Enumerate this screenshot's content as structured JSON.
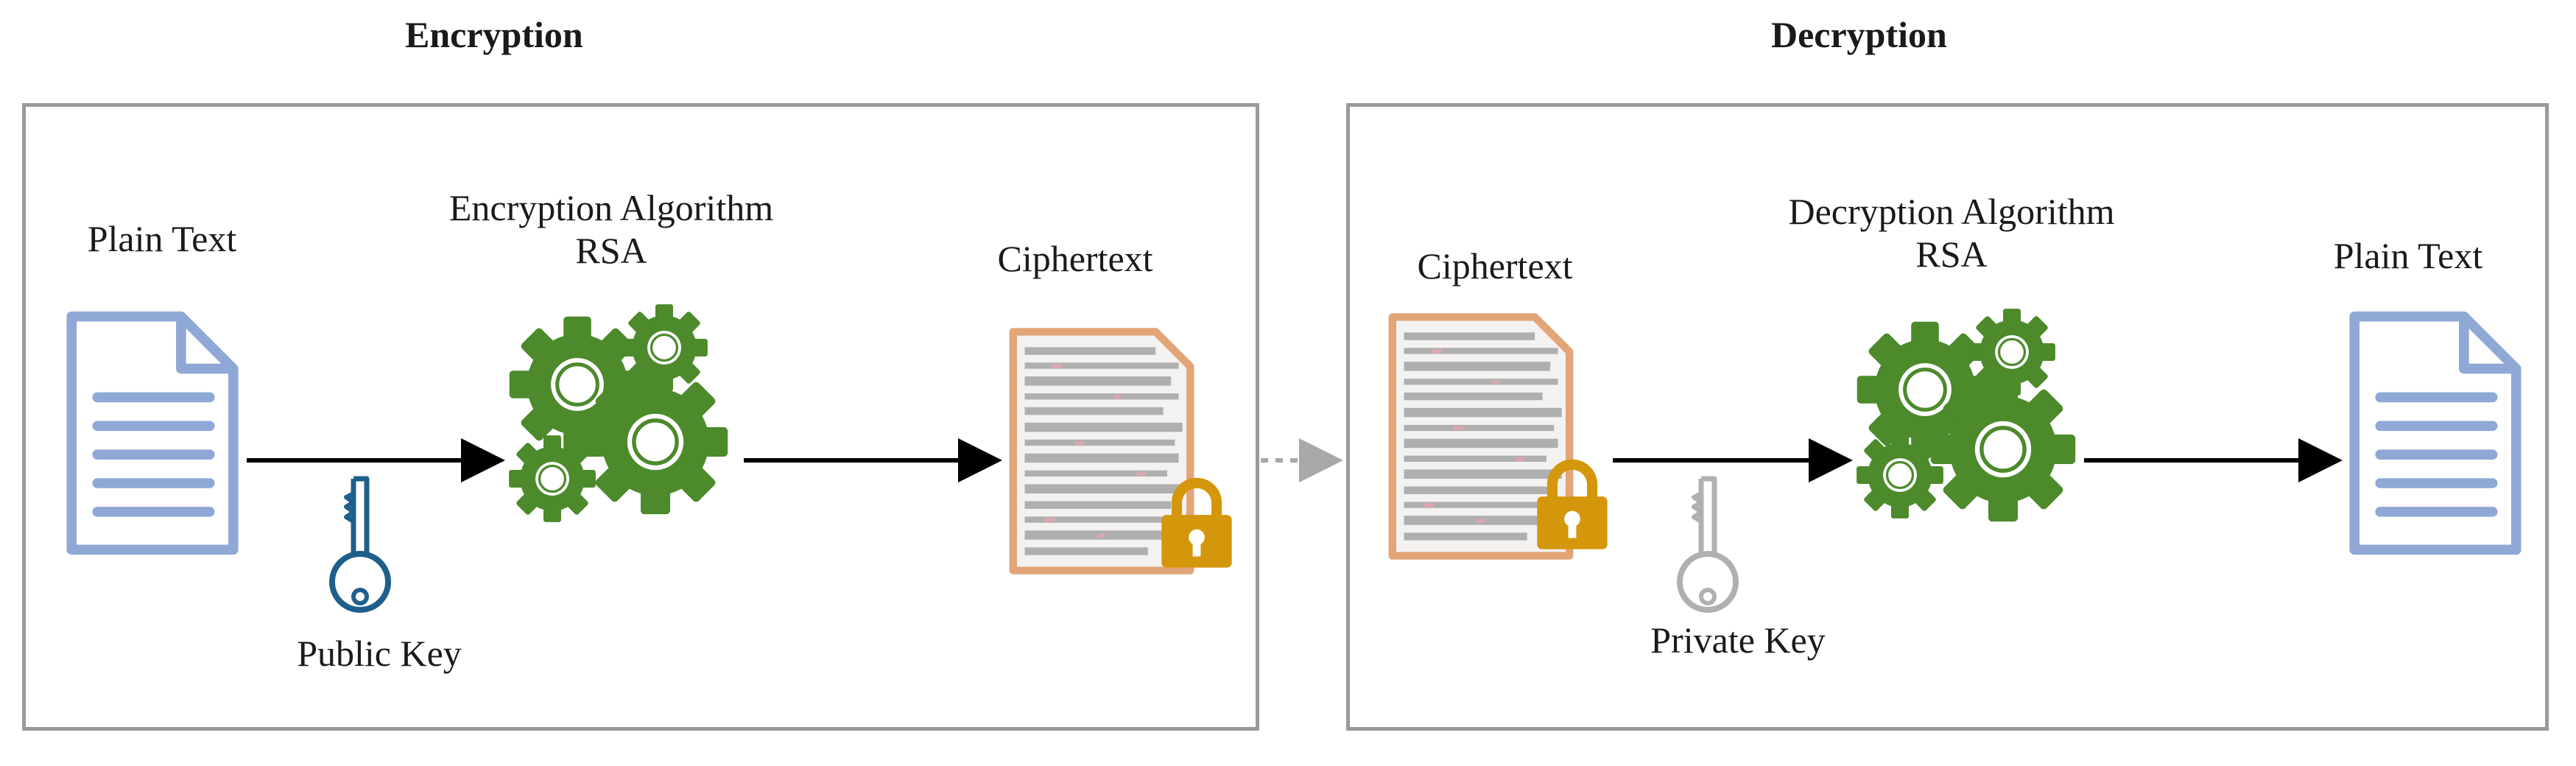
{
  "encryption": {
    "title": "Encryption",
    "plain_text_label": "Plain Text",
    "algorithm_label_line1": "Encryption Algorithm",
    "algorithm_label_line2": "RSA",
    "ciphertext_label": "Ciphertext",
    "key_label": "Public Key"
  },
  "decryption": {
    "title": "Decryption",
    "ciphertext_label": "Ciphertext",
    "algorithm_label_line1": "Decryption Algorithm",
    "algorithm_label_line2": "RSA",
    "plain_text_label": "Plain Text",
    "key_label": "Private Key"
  },
  "colors": {
    "document": "#8fa8d6",
    "gear": "#4c8a2c",
    "cipher_border": "#e2a578",
    "lock": "#d4960a",
    "public_key": "#1f5f8b",
    "private_key": "#b0b0b0",
    "panel_border": "#9a9a9a",
    "arrow": "#000000",
    "connector": "#a8a8a8"
  },
  "icons": [
    "document-icon",
    "gears-icon",
    "cipher-document-icon",
    "lock-icon",
    "key-icon"
  ]
}
